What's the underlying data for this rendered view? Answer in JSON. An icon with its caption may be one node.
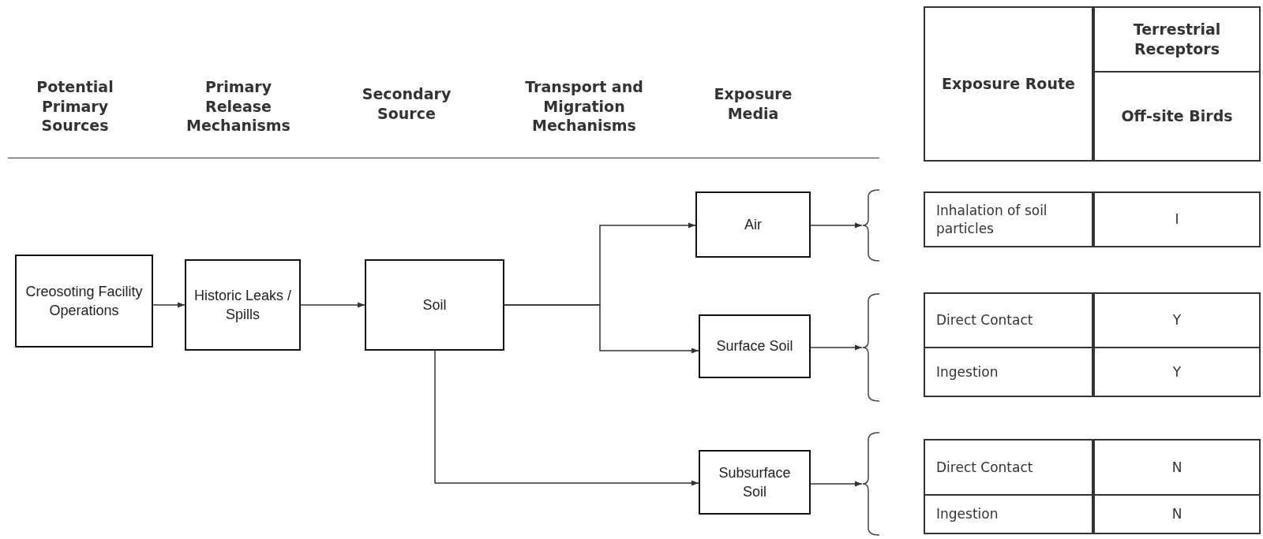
{
  "diagram": {
    "nodes": [
      {
        "text": [
          "Creosoting Facility Operations"
        ]
      },
      {
        "text": [
          "Historic Leaks / Spills"
        ]
      },
      {
        "text": [
          "Soil"
        ]
      },
      {
        "text": [
          "Air"
        ]
      },
      {
        "text": [
          "Surface Soil"
        ]
      },
      {
        "text": [
          "Subsurface Soil"
        ]
      },
      {
        "text": [],
        "shape": "bracket"
      },
      {
        "text": [],
        "shape": "bracket"
      },
      {
        "text": [],
        "shape": "bracket"
      }
    ],
    "edges": [
      {
        "from": 0,
        "to": 1,
        "arrow": "to"
      },
      {
        "from": 1,
        "to": 2,
        "arrow": "to"
      },
      {
        "from": 2,
        "to": 3,
        "arrow": "to"
      },
      {
        "from": 2,
        "to": 4,
        "arrow": "to"
      },
      {
        "from": 2,
        "to": 5,
        "arrow": "to"
      },
      {
        "from": 3,
        "to": 6,
        "arrow": "to"
      },
      {
        "from": 4,
        "to": 7,
        "arrow": "to"
      },
      {
        "from": 5,
        "to": 8,
        "arrow": "to"
      }
    ],
    "labels": [
      "Potential Primary Sources",
      "Primary Release Mechanisms",
      "Secondary Source",
      "Transport and Migration Mechanisms",
      "Exposure Media",
      "Exposure Route",
      "Terrestrial Receptors",
      "Off-site Birds",
      "Inhalation of soil particles",
      "I",
      "Direct Contact",
      "Y",
      "Ingestion",
      "Y",
      "Direct Contact",
      "N",
      "Ingestion",
      "N"
    ]
  }
}
